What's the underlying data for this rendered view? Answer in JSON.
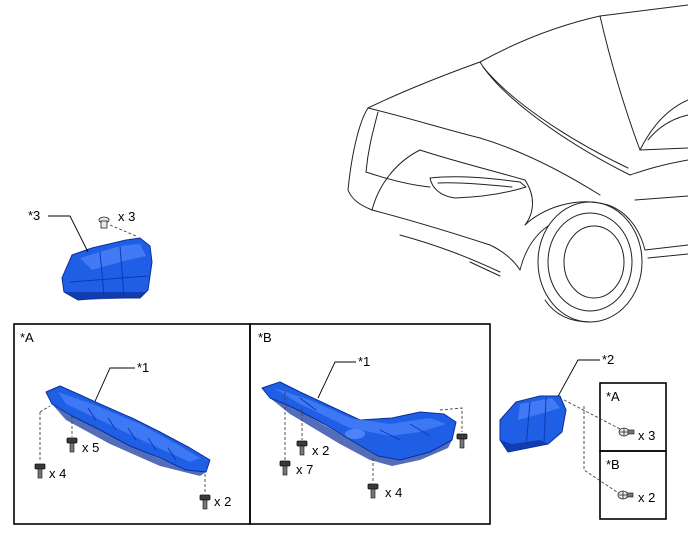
{
  "labels": {
    "callout_3": "*3",
    "callout_1a": "*1",
    "callout_1b": "*1",
    "callout_2": "*2",
    "panel_a": "*A",
    "panel_b": "*B",
    "legend_a": "*A",
    "legend_b": "*B"
  },
  "quantities": {
    "top_clip": "x 3",
    "a_bolt_left": "x 4",
    "a_bolt_mid": "x 5",
    "a_bolt_right": "x 2",
    "b_bolt_mid": "x 2",
    "b_bolt_left": "x 7",
    "b_bolt_bottom": "x 4",
    "legend_a_qty": "x 3",
    "legend_b_qty": "x 2"
  },
  "colors": {
    "part_fill": "#1f5fe6",
    "part_highlight": "#5a8cff",
    "part_shadow": "#0b2f9a"
  }
}
